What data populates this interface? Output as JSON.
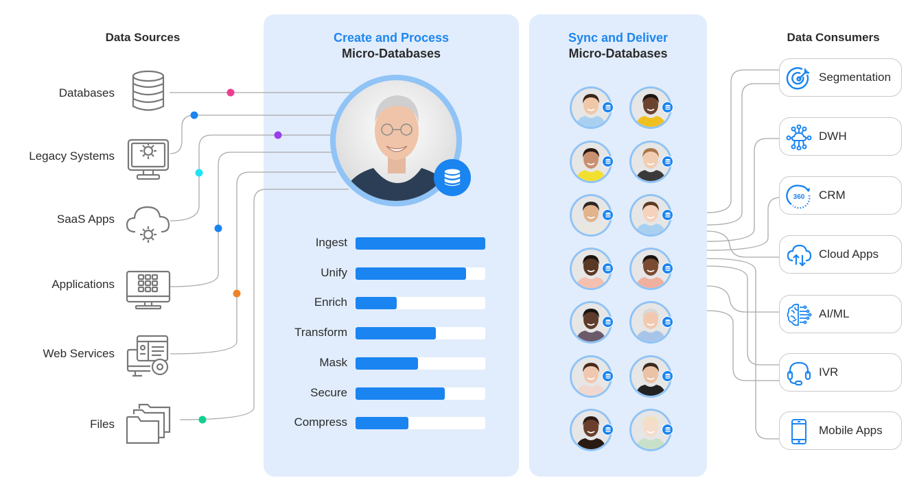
{
  "colors": {
    "accent": "#1e86ee",
    "bar_fill": "#1a84f0",
    "panel_bg": "#e1edfc",
    "avatar_ring": "#90c3f6",
    "wire": "#a9a9a9",
    "icon_gray": "#777777"
  },
  "sources": {
    "title": "Data Sources",
    "items": [
      {
        "label": "Databases",
        "icon": "database-icon",
        "dot_color": "#ee3d8f"
      },
      {
        "label": "Legacy Systems",
        "icon": "monitor-gear-icon",
        "dot_color": "#1a84f0"
      },
      {
        "label": "SaaS Apps",
        "icon": "cloud-gear-icon",
        "dot_color": "#1ee3f5"
      },
      {
        "label": "Applications",
        "icon": "monitor-apps-icon",
        "dot_color": "#1a84f0"
      },
      {
        "label": "Web Services",
        "icon": "web-services-icon",
        "dot_color": "#f0822a"
      },
      {
        "label": "Files",
        "icon": "folders-icon",
        "dot_color": "#10d08e"
      }
    ],
    "extra_dot_color": "#9a3ee8"
  },
  "process_panel": {
    "title_accent": "Create and Process",
    "title_sub": "Micro-Databases",
    "hero_badge_icon": "database-icon"
  },
  "sync_panel": {
    "title_accent": "Sync and Deliver",
    "title_sub": "Micro-Databases",
    "avatar_count": 14
  },
  "consumers": {
    "title": "Data Consumers",
    "items": [
      {
        "label": "Segmentation",
        "icon": "target-icon"
      },
      {
        "label": "DWH",
        "icon": "cloud-network-icon"
      },
      {
        "label": "CRM",
        "icon": "360-icon"
      },
      {
        "label": "Cloud Apps",
        "icon": "cloud-sync-icon"
      },
      {
        "label": "AI/ML",
        "icon": "brain-circuit-icon"
      },
      {
        "label": "IVR",
        "icon": "headset-icon"
      },
      {
        "label": "Mobile Apps",
        "icon": "mobile-phone-icon"
      }
    ],
    "crm_icon_text": "360"
  },
  "chart_data": {
    "type": "bar",
    "orientation": "horizontal",
    "title": "Create and Process Micro-Databases",
    "categories": [
      "Ingest",
      "Unify",
      "Enrich",
      "Transform",
      "Mask",
      "Secure",
      "Compress"
    ],
    "values": [
      100,
      85,
      32,
      62,
      48,
      69,
      41
    ],
    "xlabel": "",
    "ylabel": "",
    "xlim": [
      0,
      100
    ],
    "grid": false,
    "legend": "none",
    "note": "values are relative bar fill percentages estimated from pixel lengths; no axis shown"
  }
}
